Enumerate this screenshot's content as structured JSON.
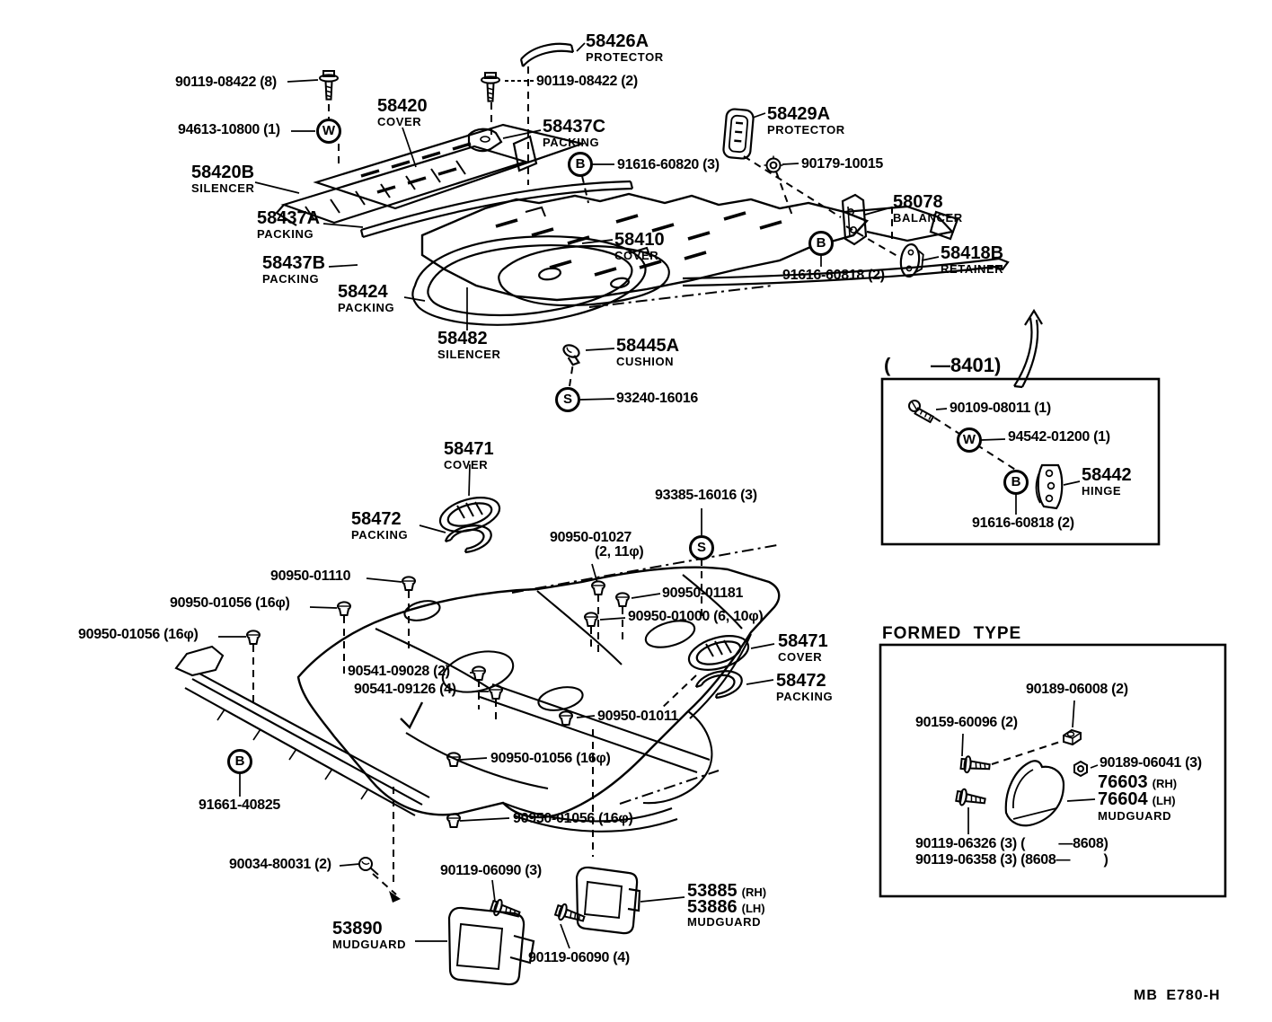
{
  "page": {
    "title": "Floor mat & silencer parts diagram",
    "footer_code": "MB E780-H",
    "ink_color": "#000000",
    "background_color": "#ffffff"
  },
  "inset_boxes": {
    "hinge_box": {
      "paren": "(",
      "range": "—8401)"
    },
    "formed_box": {
      "heading": "FORMED  TYPE"
    }
  },
  "markers": [
    {
      "letter": "W"
    },
    {
      "letter": "B"
    },
    {
      "letter": "B"
    },
    {
      "letter": "S"
    },
    {
      "letter": "S"
    },
    {
      "letter": "B"
    },
    {
      "letter": "W"
    },
    {
      "letter": "B"
    }
  ],
  "labels": [
    {
      "num": "90119-08422 (8)"
    },
    {
      "num": "58426A",
      "name": "PROTECTOR"
    },
    {
      "num": "90119-08422 (2)"
    },
    {
      "num": "58420",
      "name": "COVER"
    },
    {
      "num": "94613-10800 (1)"
    },
    {
      "num": "58437C",
      "name": "PACKING"
    },
    {
      "num": "91616-60820 (3)"
    },
    {
      "num": "58429A",
      "name": "PROTECTOR"
    },
    {
      "num": "90179-10015"
    },
    {
      "num": "58420B",
      "name": "SILENCER"
    },
    {
      "num": "58078",
      "name": "BALANCER"
    },
    {
      "num": "58437A",
      "name": "PACKING"
    },
    {
      "num": "58410",
      "name": "COVER"
    },
    {
      "num": "91616-60818 (2)"
    },
    {
      "num": "58418B",
      "name": "RETAINER"
    },
    {
      "num": "58437B",
      "name": "PACKING"
    },
    {
      "num": "58424",
      "name": "PACKING"
    },
    {
      "num": "58482",
      "name": "SILENCER"
    },
    {
      "num": "58445A",
      "name": "CUSHION"
    },
    {
      "num": "93240-16016"
    },
    {
      "num": "58471",
      "name": "COVER"
    },
    {
      "num": "93385-16016 (3)"
    },
    {
      "num": "58472",
      "name": "PACKING"
    },
    {
      "num": "90950-01027",
      "sub": "(2, 11φ)"
    },
    {
      "num": "90950-01110"
    },
    {
      "num": "90950-01056 (16φ)"
    },
    {
      "num": "90950-01056 (16φ)"
    },
    {
      "num": "90950-01181"
    },
    {
      "num": "90950-01000 (6, 10φ)"
    },
    {
      "num": "58471",
      "name": "COVER"
    },
    {
      "num": "58472",
      "name": "PACKING"
    },
    {
      "num": "90541-09028 (2)"
    },
    {
      "num": "90541-09126 (4)"
    },
    {
      "num": "90950-01011"
    },
    {
      "num": "90950-01056 (16φ)"
    },
    {
      "num": "90950-01056 (16φ)"
    },
    {
      "num": "91661-40825"
    },
    {
      "num": "90034-80031 (2)"
    },
    {
      "num": "90119-06090 (3)"
    },
    {
      "num": "53890",
      "name": "MUDGUARD"
    },
    {
      "num": "53885",
      "sfx": "(RH)"
    },
    {
      "num": "53886",
      "sfx": "(LH)"
    },
    {
      "name": "MUDGUARD"
    },
    {
      "num": "90119-06090 (4)"
    },
    {
      "num": "90109-08011 (1)"
    },
    {
      "num": "94542-01200 (1)"
    },
    {
      "num": "58442",
      "name": "HINGE"
    },
    {
      "num": "91616-60818 (2)"
    },
    {
      "num": "90189-06008 (2)"
    },
    {
      "num": "90159-60096 (2)"
    },
    {
      "num": "90189-06041 (3)"
    },
    {
      "num": "76603",
      "sfx": "(RH)"
    },
    {
      "num": "76604",
      "sfx": "(LH)"
    },
    {
      "name": "MUDGUARD"
    },
    {
      "num": "90119-06326 (3) (         —8608)"
    },
    {
      "num": "90119-06358 (3) (8608—         )"
    }
  ]
}
